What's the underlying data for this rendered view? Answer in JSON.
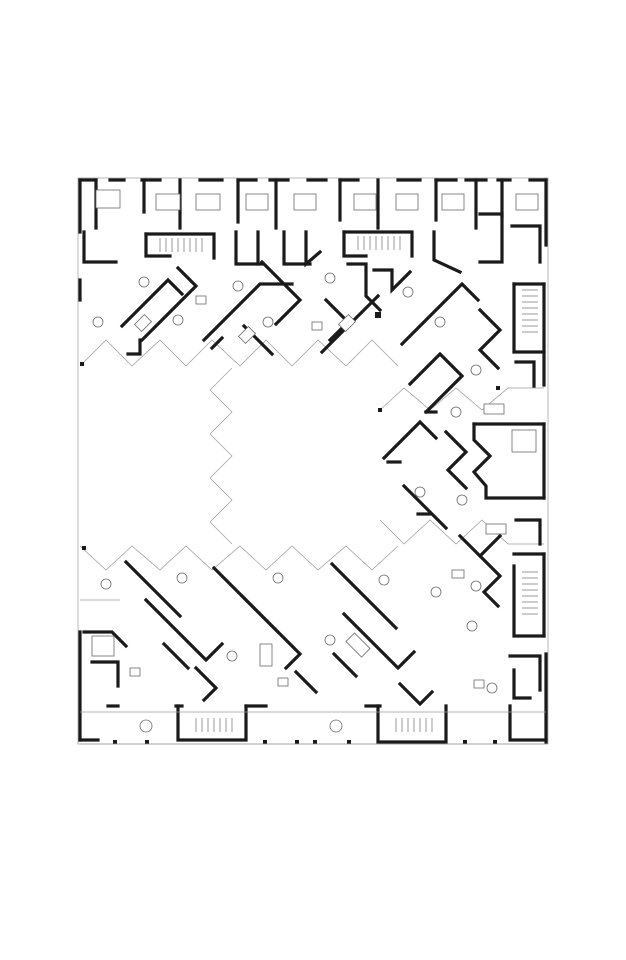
{
  "drawing": {
    "kind": "architectural floor plan",
    "features": [
      "courtyard-block",
      "diagonal-units",
      "stair-cores"
    ],
    "colors": {
      "wall": "#1a1a1a",
      "fine_line": "#9a9a9a",
      "furniture": "#6a6a6a",
      "background": "#ffffff"
    }
  }
}
